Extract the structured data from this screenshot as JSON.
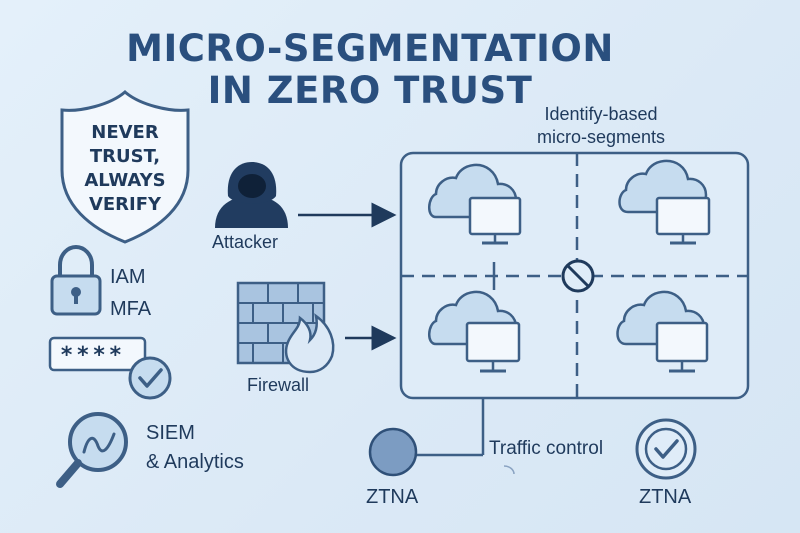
{
  "title": {
    "line1": "MICRO-SEGMENTATION",
    "line2": "IN ZERO TRUST"
  },
  "shield": {
    "line1": "NEVER",
    "line2": "TRUST,",
    "line3": "ALWAYS",
    "line4": "VERIFY"
  },
  "left_stack": {
    "iam": "IAM",
    "mfa": "MFA",
    "password_mask": "****",
    "siem_line1": "SIEM",
    "siem_line2": "& Analytics"
  },
  "threats": {
    "attacker": "Attacker",
    "firewall": "Firewall"
  },
  "segments": {
    "label_line1": "Identify-based",
    "label_line2": "micro-segments"
  },
  "bottom": {
    "traffic_control": "Traffic control",
    "ztna_left": "ZTNA",
    "ztna_right": "ZTNA"
  },
  "colors": {
    "primary": "#2a4f7e",
    "stroke": "#3d5f86",
    "fill_light": "#c6dcef",
    "fill_mid": "#7c9cc2",
    "background": "#e0edf8"
  },
  "icons": [
    "shield-icon",
    "lock-icon",
    "check-icon",
    "magnifier-icon",
    "hacker-icon",
    "firewall-icon",
    "flame-icon",
    "cloud-icon",
    "monitor-icon",
    "blocked-icon",
    "ztna-node-icon",
    "ztna-check-icon"
  ]
}
